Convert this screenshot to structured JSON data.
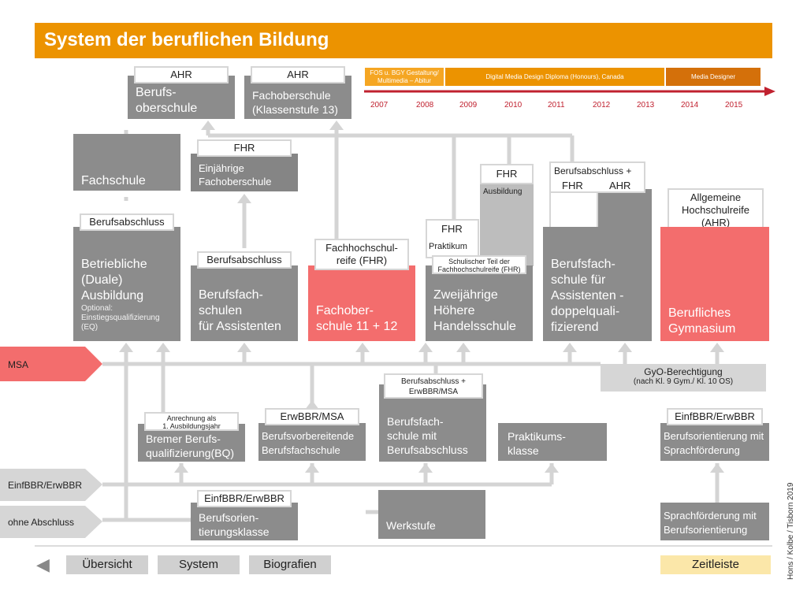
{
  "title": "System der beruflichen Bildung",
  "timeline": {
    "segments": [
      {
        "label": "FOS u. BGY Gestaltung/ Multimedia – Abitur",
        "color": "#f5a623"
      },
      {
        "label": "Digital Media Design Diploma (Honours), Canada",
        "color": "#ec9300"
      },
      {
        "label": "Media Designer",
        "color": "#d4700a"
      }
    ],
    "years": [
      "2007",
      "2008",
      "2009",
      "2010",
      "2011",
      "2012",
      "2013",
      "2014",
      "2015"
    ],
    "arrow_color": "#c0212f"
  },
  "top": {
    "bos_label": "AHR",
    "bos": "Berufs-\noberschule",
    "fos13_label": "AHR",
    "fos13": "Fachoberschule\n(Klassenstufe 13)"
  },
  "row2": {
    "fachschule": "Fachschule",
    "einj_label": "FHR",
    "einj": "Einjährige\nFachoberschule",
    "zw_fhr": "FHR",
    "zw_ausbildung": "Ausbildung",
    "ba_label": "Berufsabschluss +",
    "ba_fhr": "FHR",
    "ba_ahr": "AHR",
    "ahr_label": "Allgemeine\nHochschulreife\n(AHR)"
  },
  "row3": {
    "betr_label": "Berufsabschluss",
    "betr": "Betriebliche\n(Duale)\nAusbildung",
    "betr_opt": "Optional:\nEinstiegsqualifizierung\n(EQ)",
    "bfs_label": "Berufsabschluss",
    "bfs": "Berufsfach-\nschulen\nfür Assistenten",
    "fos_label": "Fachhochschul-\nreife (FHR)",
    "fos": "Fachober-\nschule 11 + 12",
    "hh_fhr": "FHR",
    "hh_praktikum": "Praktikum",
    "hh_label": "Schulischer Teil der\nFachhochschulreife (FHR)",
    "hh": "Zweijährige\nHöhere\nHandelsschule",
    "dq": "Berufsfach-\nschule für\nAssistenten -\ndoppelquali-\nfizierend",
    "bg": "Berufliches\nGymnasium"
  },
  "msa": {
    "label": "MSA",
    "gyo": "GyO-Berechtigung",
    "gyo_sub": "(nach Kl. 9 Gym./  Kl. 10 OS)"
  },
  "row4": {
    "bq_label": "Anrechnung als\n1. Ausbildungsjahr",
    "bq": "Bremer Berufs-\nqualifizierung(BQ)",
    "bvb_label": "ErwBBR/MSA",
    "bvb": "Berufsvorbereitende\nBerufsfachschule",
    "bfsba_label": "Berufsabschluss +\nErwBBR/MSA",
    "bfsba": "Berufsfach-\nschule mit\nBerufsabschluss",
    "prak": "Praktikums-\nklasse",
    "bo_label": "EinfBBR/ErwBBR",
    "bo": "Berufsorientierung mit\nSprachförderung"
  },
  "bottom": {
    "einf_arrow": "EinfBBR/ErwBBR",
    "ohne_arrow": "ohne Abschluss",
    "btk_label": "EinfBBR/ErwBBR",
    "btk": "Berufsorien-\ntierungsklasse",
    "werkstufe": "Werkstufe",
    "sprach": "Sprachförderung mit\nBerufsorientierung"
  },
  "nav": {
    "back": "◀",
    "uebersicht": "Übersicht",
    "system": "System",
    "biografien": "Biografien",
    "zeitleiste": "Zeitleiste"
  },
  "credit": "Hons / Kolbe / Tisborn 2019",
  "colors": {
    "orange": "#ec9300",
    "red": "#f36d6d",
    "grey": "#8c8c8c",
    "line": "#d3d3d3"
  }
}
